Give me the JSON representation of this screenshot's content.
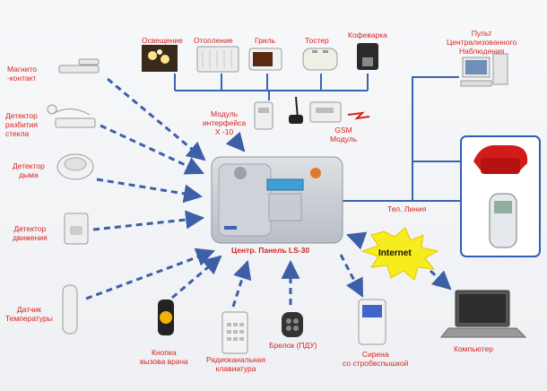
{
  "labels": {
    "magnetic_contact": "Магнито\n-контакт",
    "glass_break": "Детектор\nразбития\nстекла",
    "smoke": "Детектор\nдыма",
    "motion": "Детектор\nдвижения",
    "temperature": "Датчик\nТемпературы",
    "panic_button": "Кнопка\nвызова врача",
    "keypad": "Радиоканальная\nклавиатура",
    "keyfob": "Брелок (ПДУ)",
    "siren": "Сирена\nсо стробвспышкой",
    "computer": "Компьютер",
    "lighting": "Освещение",
    "heating": "Отопление",
    "grill": "Гриль",
    "toaster": "Тостер",
    "coffee": "Кофеварка",
    "interface_module": "Модуль\nинтерфейса\nX -10",
    "gsm_module": "GSM\nМодуль",
    "monitoring": "Пульт\nЦентрализованного\nНаблюдения",
    "phone_line": "Тел. Линия",
    "panel": "Центр. Панель LS-30",
    "internet": "Internet"
  },
  "colors": {
    "label": "#d8231f",
    "arrow": "#3c5fa8",
    "line": "#3a63b0"
  }
}
